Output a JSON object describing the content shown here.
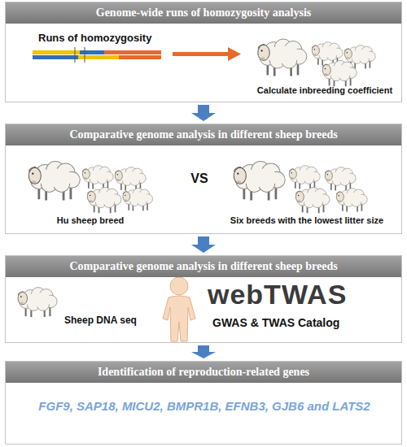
{
  "diagram": {
    "nodes": [
      {
        "text": [
          "Genome-wide runs of homozygosity analysis",
          "Runs of homozygosity",
          "Calculate inbreeding coefficient"
        ]
      },
      {
        "text": [
          "Comparative genome analysis in different sheep breeds",
          "Hu sheep breed",
          "VS",
          "Six breeds with the lowest litter size"
        ]
      },
      {
        "text": [
          "Comparative genome analysis in different sheep breeds",
          "Sheep DNA seq",
          "webTWAS",
          "GWAS & TWAS Catalog"
        ]
      },
      {
        "text": [
          "Identification of reproduction-related genes",
          "FGF9, SAP18, MICU2, BMPR1B, EFNB3, GJB6 and LATS2"
        ]
      }
    ],
    "edges": [
      {
        "from": 0,
        "to": 1,
        "arrow": "to"
      },
      {
        "from": 1,
        "to": 2,
        "arrow": "to"
      },
      {
        "from": 2,
        "to": 3,
        "arrow": "to"
      }
    ]
  }
}
